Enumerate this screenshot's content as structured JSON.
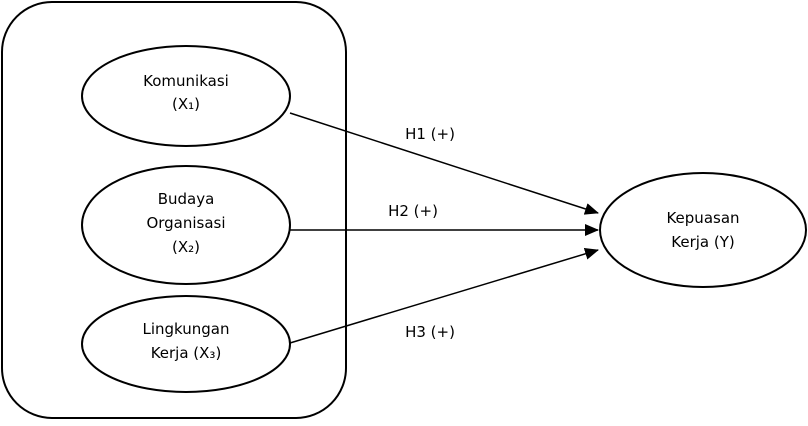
{
  "nodes": {
    "x1": {
      "line1": "Komunikasi",
      "line2": "(X₁)"
    },
    "x2": {
      "line1": "Budaya",
      "line2": "Organisasi",
      "line3": "(X₂)"
    },
    "x3": {
      "line1": "Lingkungan",
      "line2": "Kerja (X₃)"
    },
    "y": {
      "line1": "Kepuasan",
      "line2": "Kerja (Y)"
    }
  },
  "edges": {
    "h1": {
      "label": "H1 (+)"
    },
    "h2": {
      "label": "H2 (+)"
    },
    "h3": {
      "label": "H3 (+)"
    }
  }
}
